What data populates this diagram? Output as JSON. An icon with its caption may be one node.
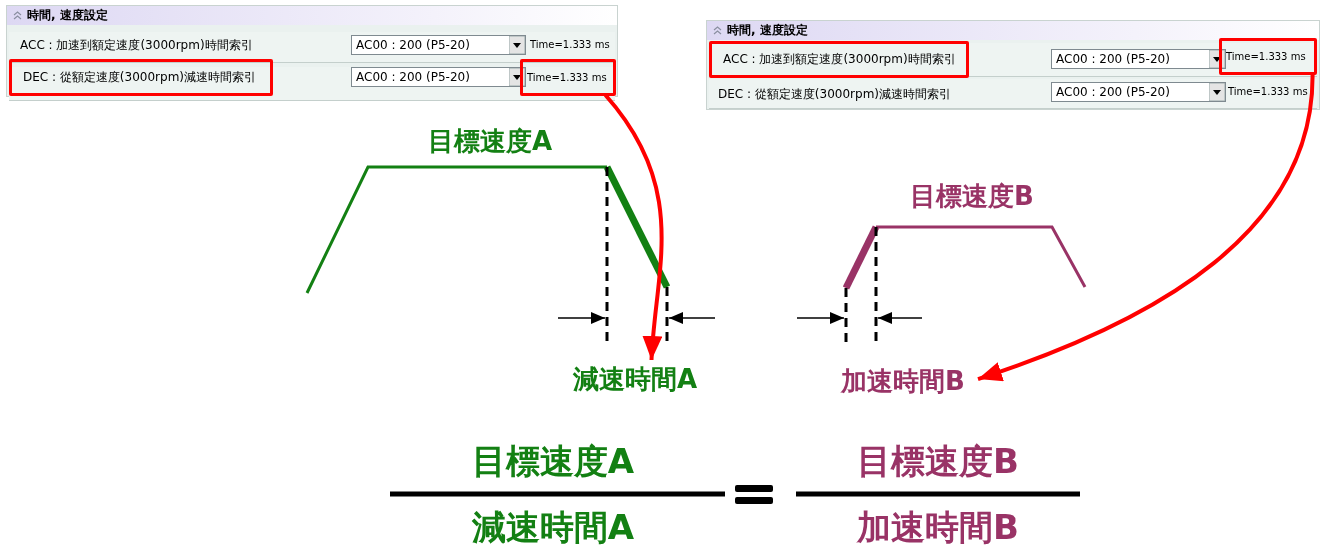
{
  "diagram": {
    "nodes": [
      {
        "text": [
          "時間, 速度設定"
        ]
      },
      {
        "text": [
          "ACC : 加速到額定速度(3000rpm)時間索引"
        ],
        "in": 0
      },
      {
        "text": [
          "AC00 : 200 (P5-20)"
        ],
        "in": 0
      },
      {
        "text": [
          "Time=1.333 ms"
        ],
        "in": 0
      },
      {
        "text": [
          "DEC : 從額定速度(3000rpm)減速時間索引"
        ],
        "in": 0
      },
      {
        "text": [
          "AC00 : 200 (P5-20)"
        ],
        "in": 0
      },
      {
        "text": [
          "Time=1.333 ms"
        ],
        "in": 0
      },
      {
        "text": [
          "時間, 速度設定"
        ]
      },
      {
        "text": [
          "ACC : 加速到額定速度(3000rpm)時間索引"
        ],
        "in": 7
      },
      {
        "text": [
          "AC00 : 200 (P5-20)"
        ],
        "in": 7
      },
      {
        "text": [
          "Time=1.333 ms"
        ],
        "in": 7
      },
      {
        "text": [
          "DEC : 從額定速度(3000rpm)減速時間索引"
        ],
        "in": 7
      },
      {
        "text": [
          "AC00 : 200 (P5-20)"
        ],
        "in": 7
      },
      {
        "text": [
          "Time=1.333 ms"
        ],
        "in": 7
      },
      {
        "text": [
          "減速時間A"
        ]
      },
      {
        "text": [
          "加速時間B"
        ]
      }
    ],
    "edges": [
      {
        "from": 6,
        "to": 14,
        "arrow": "to"
      },
      {
        "from": 10,
        "to": 15,
        "arrow": "to"
      }
    ],
    "labels": [
      "目標速度A",
      "目標速度B",
      "目標速度A",
      "減速時間A",
      "目標速度B",
      "加速時間B"
    ]
  }
}
